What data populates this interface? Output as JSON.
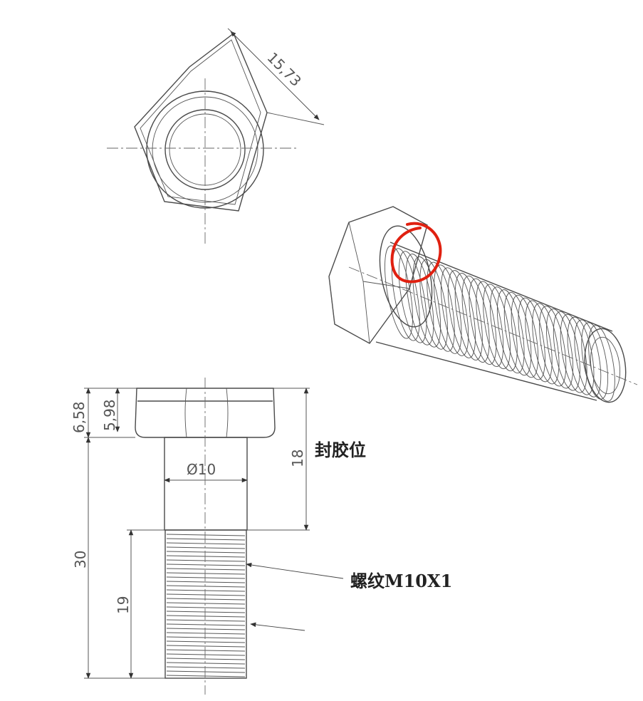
{
  "dimensions": {
    "across_corners": "15,73",
    "head_height": "6,58",
    "head_flat_height": "5,98",
    "shank_diameter": "Ø10",
    "glue_length": "18",
    "total_length": "30",
    "thread_length": "19"
  },
  "notes": {
    "glue_position": "封胶位",
    "thread_spec": "螺纹M10X1"
  },
  "colors": {
    "line": "#4a4a4a",
    "highlight": "#e02010"
  }
}
